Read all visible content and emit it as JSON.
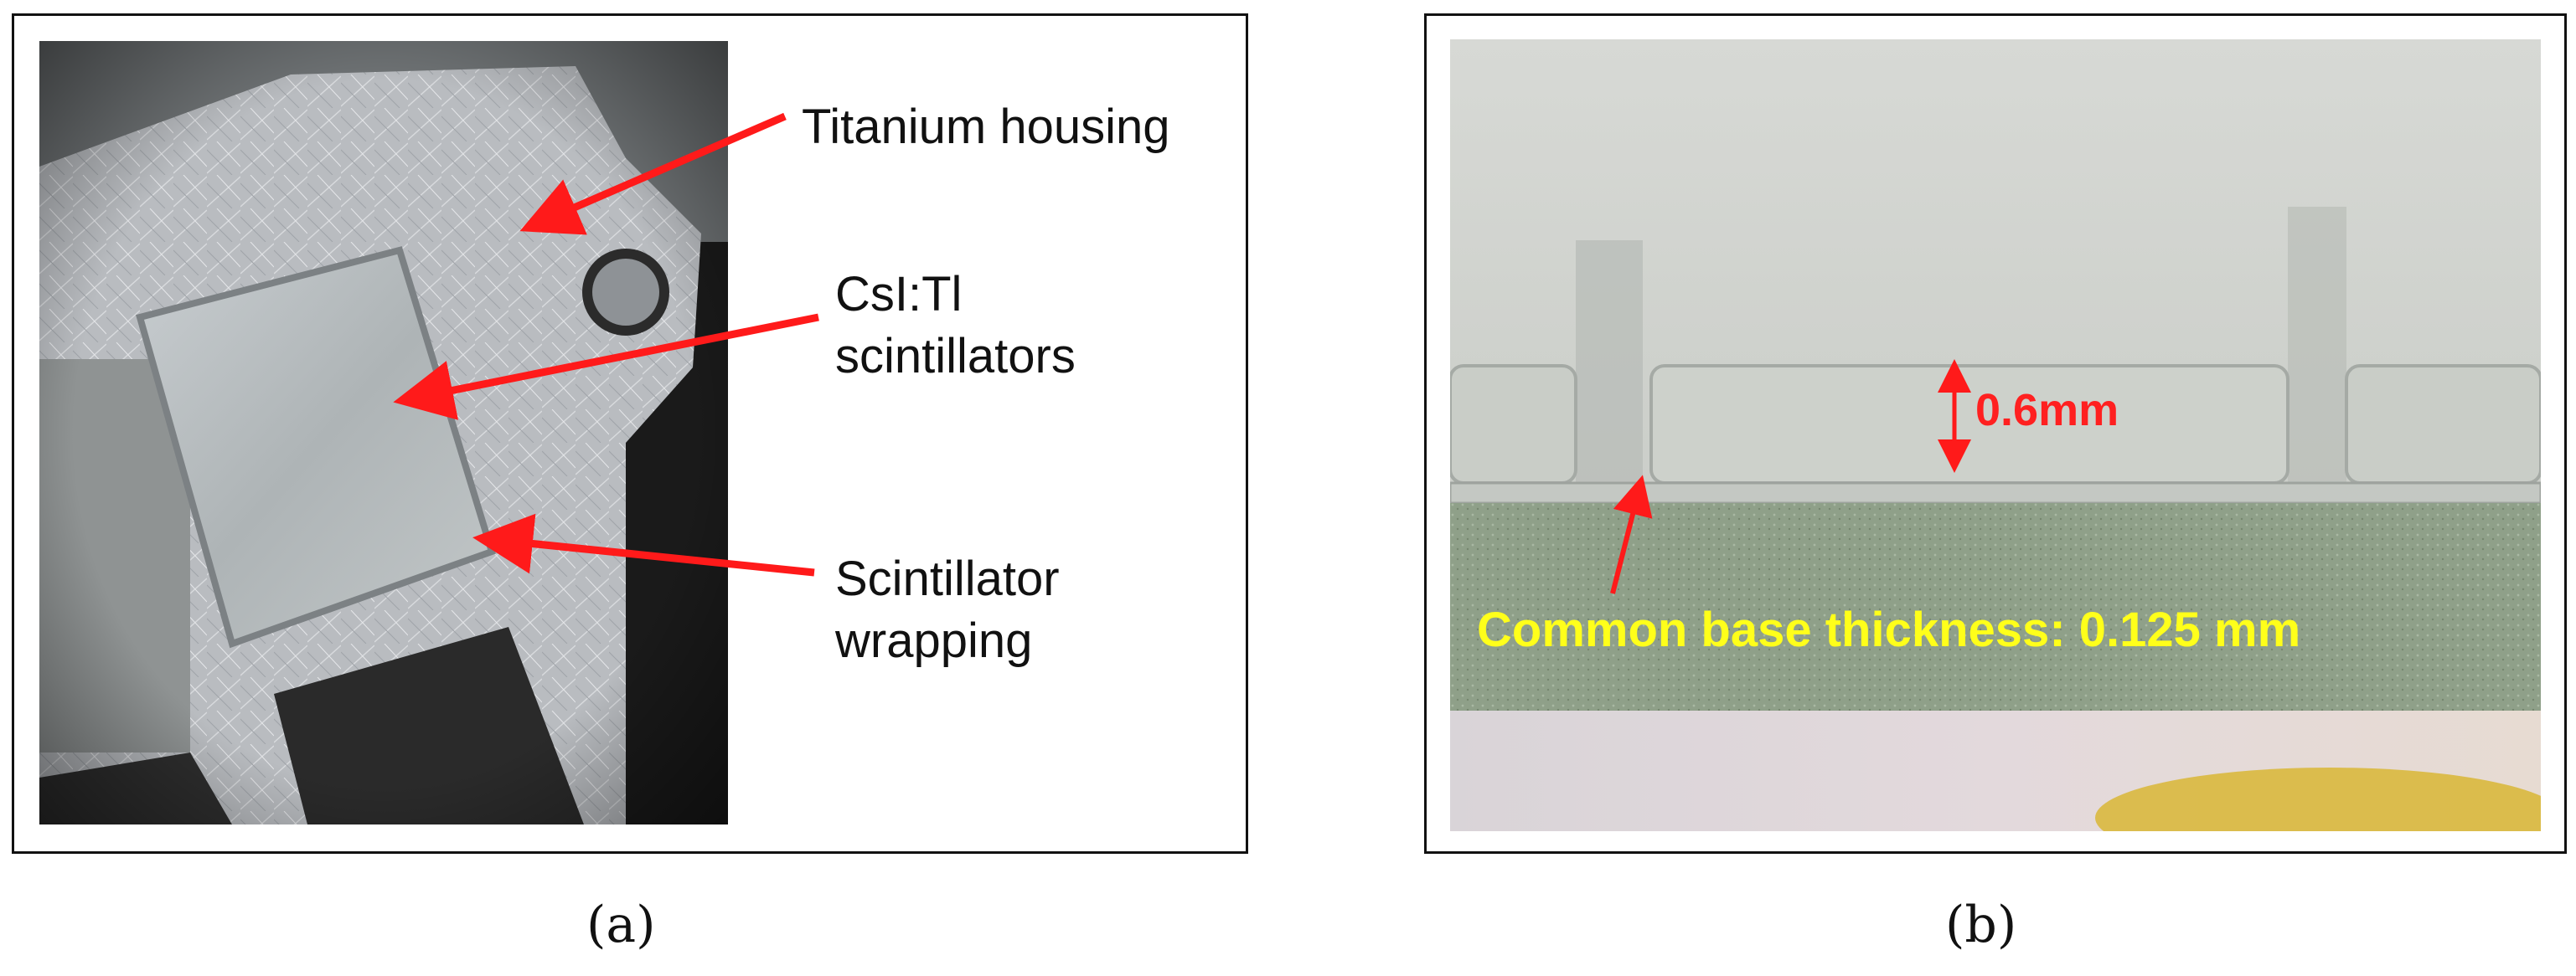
{
  "panel_a": {
    "caption": "(a)",
    "annotations": {
      "housing": "Titanium housing",
      "scintillators": "CsI:Tl\nscintillators",
      "wrapping": "Scintillator\nwrapping"
    }
  },
  "panel_b": {
    "caption": "(b)",
    "thickness_label": "0.6mm",
    "base_label": "Common base thickness: 0.125 mm"
  },
  "colors": {
    "arrow": "#ff1a1a",
    "thickness_text": "#ff2020",
    "base_text": "#ffff1a"
  }
}
